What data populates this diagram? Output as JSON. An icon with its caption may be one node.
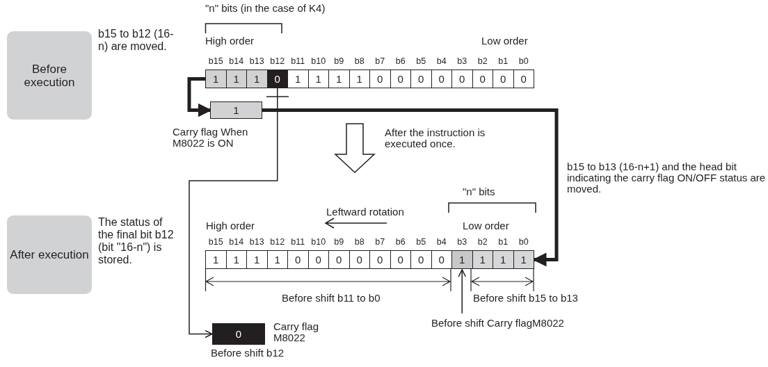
{
  "diagram": {
    "nodes": [
      {
        "text": [
          "Before execution"
        ],
        "beside": [
          "b15 to b12 (16-n) are moved."
        ]
      },
      {
        "text": [
          "After execution"
        ],
        "beside": [
          "The status of the final bit b12 (bit \"16-n\") is stored."
        ]
      },
      {
        "text": [
          "1"
        ]
      },
      {
        "text": [
          "1"
        ]
      },
      {
        "text": [
          "1"
        ]
      },
      {
        "text": [
          "0"
        ]
      },
      {
        "text": [
          "1"
        ]
      },
      {
        "text": [
          "1"
        ]
      },
      {
        "text": [
          "1"
        ]
      },
      {
        "text": [
          "1"
        ]
      },
      {
        "text": [
          "0"
        ]
      },
      {
        "text": [
          "0"
        ]
      },
      {
        "text": [
          "0"
        ]
      },
      {
        "text": [
          "0"
        ]
      },
      {
        "text": [
          "0"
        ]
      },
      {
        "text": [
          "0"
        ]
      },
      {
        "text": [
          "0"
        ]
      },
      {
        "text": [
          "0"
        ]
      },
      {
        "text": [
          "1"
        ],
        "beside": [
          "Carry flag When M8022 is ON"
        ]
      },
      {
        "text": [
          "1"
        ]
      },
      {
        "text": [
          "1"
        ]
      },
      {
        "text": [
          "1"
        ]
      },
      {
        "text": [
          "1"
        ]
      },
      {
        "text": [
          "0"
        ]
      },
      {
        "text": [
          "0"
        ]
      },
      {
        "text": [
          "0"
        ]
      },
      {
        "text": [
          "0"
        ]
      },
      {
        "text": [
          "0"
        ]
      },
      {
        "text": [
          "0"
        ]
      },
      {
        "text": [
          "0"
        ]
      },
      {
        "text": [
          "0"
        ]
      },
      {
        "text": [
          "1"
        ]
      },
      {
        "text": [
          "1"
        ]
      },
      {
        "text": [
          "1"
        ]
      },
      {
        "text": [
          "1"
        ]
      },
      {
        "text": [
          "0"
        ],
        "beside": [
          "Carry flag M8022",
          "Before shift b12"
        ]
      },
      {
        "text": [
          "Before shift Carry flagM8022"
        ]
      }
    ],
    "edges": [
      {
        "from": 2,
        "to": 18,
        "arrow": "to",
        "style": "thick"
      },
      {
        "from": 18,
        "to": 34,
        "arrow": "to",
        "style": "thick"
      },
      {
        "from": 5,
        "to": 35,
        "arrow": "to"
      },
      {
        "from": 36,
        "to": 31,
        "arrow": "to"
      }
    ],
    "labels": [
      "\"n\" bits (in the case of K4)",
      "High order",
      "Low order",
      "b15",
      "b14",
      "b13",
      "b12",
      "b11",
      "b10",
      "b9",
      "b8",
      "b7",
      "b6",
      "b5",
      "b4",
      "b3",
      "b2",
      "b1",
      "b0",
      "After the instruction is executed once.",
      "b15 to b13 (16-n+1) and the head bit indicating the carry flag ON/OFF status are moved.",
      "\"n\" bits",
      "Leftward rotation",
      "High order",
      "Low order",
      "b15",
      "b14",
      "b13",
      "b12",
      "b11",
      "b10",
      "b9",
      "b8",
      "b7",
      "b6",
      "b5",
      "b4",
      "b3",
      "b2",
      "b1",
      "b0",
      "Before shift b11 to b0",
      "Before shift b15 to b13"
    ]
  }
}
